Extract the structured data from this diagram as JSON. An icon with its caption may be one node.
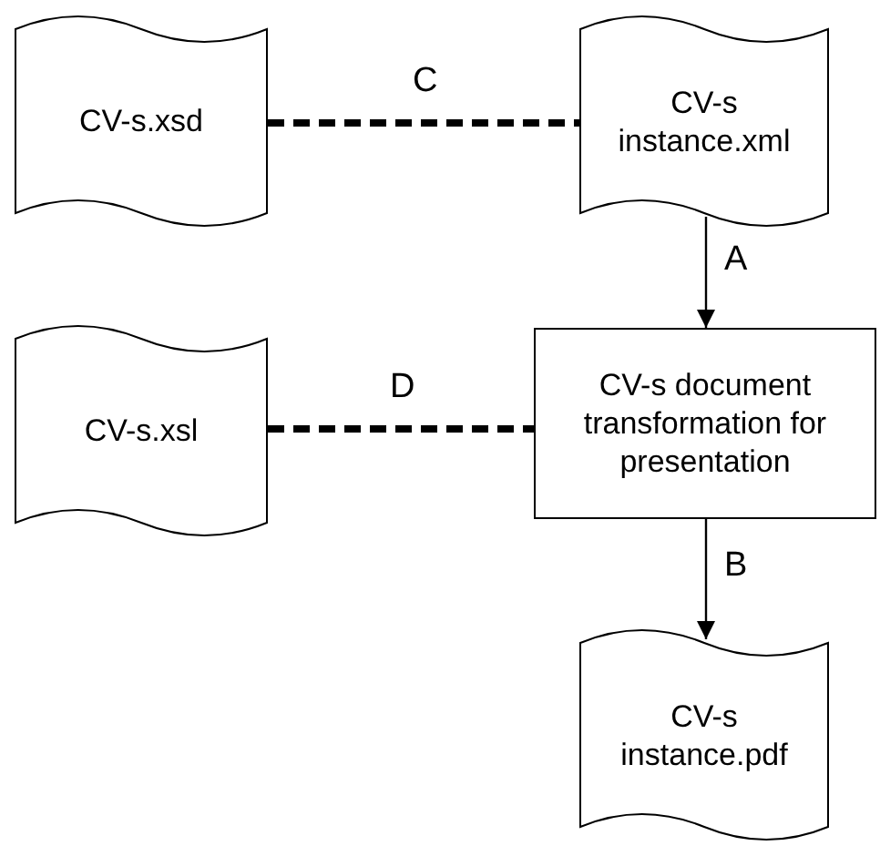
{
  "diagram": {
    "nodes": [
      {
        "text": [
          "CV-s.xsd"
        ]
      },
      {
        "text": [
          "CV-s instance.xml"
        ]
      },
      {
        "text": [
          "CV-s.xsl"
        ]
      },
      {
        "text": [
          "CV-s document transformation for presentation"
        ]
      },
      {
        "text": [
          "CV-s instance.pdf"
        ]
      }
    ],
    "edges": [
      {
        "from": 0,
        "to": 1,
        "arrow": "none",
        "label": "C",
        "style": "dashed"
      },
      {
        "from": 1,
        "to": 3,
        "arrow": "to",
        "label": "A"
      },
      {
        "from": 2,
        "to": 3,
        "arrow": "none",
        "label": "D",
        "style": "dashed"
      },
      {
        "from": 3,
        "to": 4,
        "arrow": "to",
        "label": "B"
      }
    ]
  }
}
